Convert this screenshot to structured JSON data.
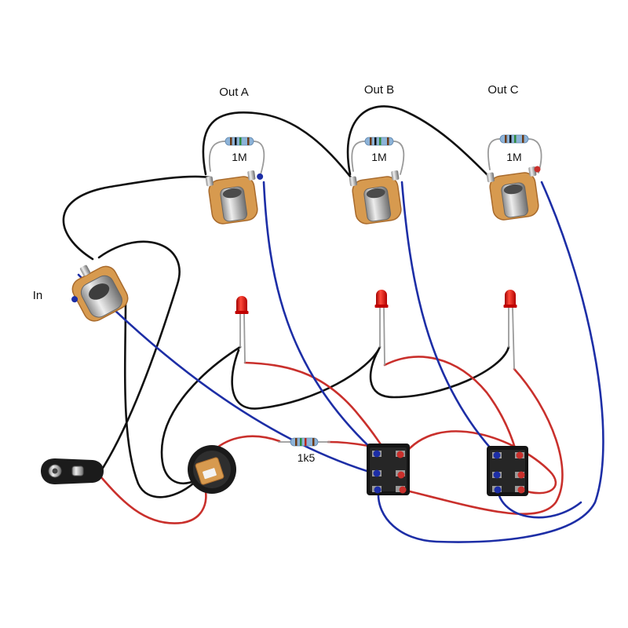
{
  "labels": {
    "out_a": "Out A",
    "out_b": "Out B",
    "out_c": "Out C",
    "in": "In",
    "resistor_out_a": "1M",
    "resistor_out_b": "1M",
    "resistor_out_c": "1M",
    "resistor_led": "1k5"
  },
  "colors": {
    "background": "#ffffff",
    "wire_black": "#111111",
    "wire_red": "#c9302c",
    "wire_blue": "#1d2ea6",
    "led": "#e3120f",
    "jack_plate": "#d79a4f",
    "switch_body": "#141414",
    "resistor_body": "#8db3d8"
  },
  "icons": {
    "input_jack": "mono-jack-icon",
    "output_jacks": "mono-jack-icon",
    "leds": "red-led-icon",
    "footswitches": "3pdt-footswitch-icon",
    "battery": "9v-battery-snap-icon",
    "dc_jack": "dc-power-jack-icon",
    "resistors": "resistor-icon"
  }
}
